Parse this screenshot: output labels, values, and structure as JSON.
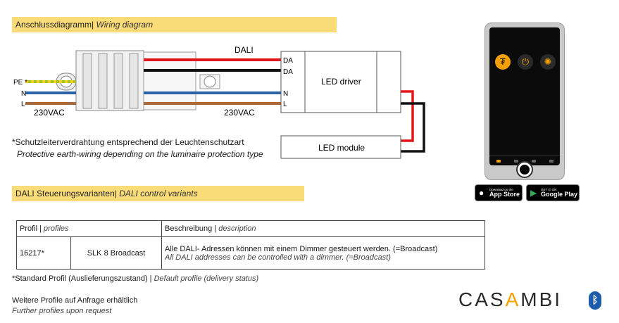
{
  "section1": {
    "title_de": "Anschlussdiagramm|",
    "title_en": " Wiring diagram"
  },
  "diagram": {
    "dali_label": "DALI",
    "pe_label": "PE *",
    "n_label": "N",
    "l_label": "L",
    "voltage_left": "230VAC",
    "voltage_right": "230VAC",
    "da1": "DA",
    "da2": "DA",
    "driver_n": "N",
    "driver_l": "L",
    "led_driver": "LED driver",
    "led_module": "LED module",
    "wire_colors": {
      "red": "#e3161c",
      "black": "#111111",
      "blue": "#2a63a8",
      "brown": "#a86a3b",
      "pe": "#a7c32b"
    }
  },
  "note": {
    "de": "*Schutzleiterverdrahtung entsprechend der Leuchtenschutzart",
    "en": "Protective earth-wiring depending on the luminaire protection type"
  },
  "section2": {
    "title_de": "DALI Steuerungsvarianten|",
    "title_en": " DALI control variants"
  },
  "table": {
    "header_profile_de": "Profil",
    "header_profile_sep": " | ",
    "header_profile_en": "profiles",
    "header_desc_de": "Beschreibung",
    "header_desc_sep": " | ",
    "header_desc_en": "description",
    "row_profile": "16217*",
    "row_name": "SLK 8 Broadcast",
    "row_desc_de": "Alle DALI- Adressen können mit einem Dimmer gesteuert werden. (=Broadcast)",
    "row_desc_en": "All DALI addresses can be controlled with a dimmer. (=Broadcast)"
  },
  "footer": {
    "std_de": "*Standard Profil (Auslieferungszustand)",
    "std_sep": " | ",
    "std_en": "Default profile (delivery status)",
    "more_de": "Weitere Profile auf Anfrage erhältlich",
    "more_en": "Further profiles upon request"
  },
  "stores": {
    "appstore_small": "Download on the",
    "appstore_big": "App Store",
    "google_small": "GET IT ON",
    "google_big": "Google Play"
  },
  "brand": {
    "before": "CAS",
    "a": "A",
    "after": "MBI"
  },
  "colors": {
    "accent_yellow": "#f9dc78",
    "casambi_orange": "#f3a000",
    "bluetooth_blue": "#1d5cab"
  }
}
